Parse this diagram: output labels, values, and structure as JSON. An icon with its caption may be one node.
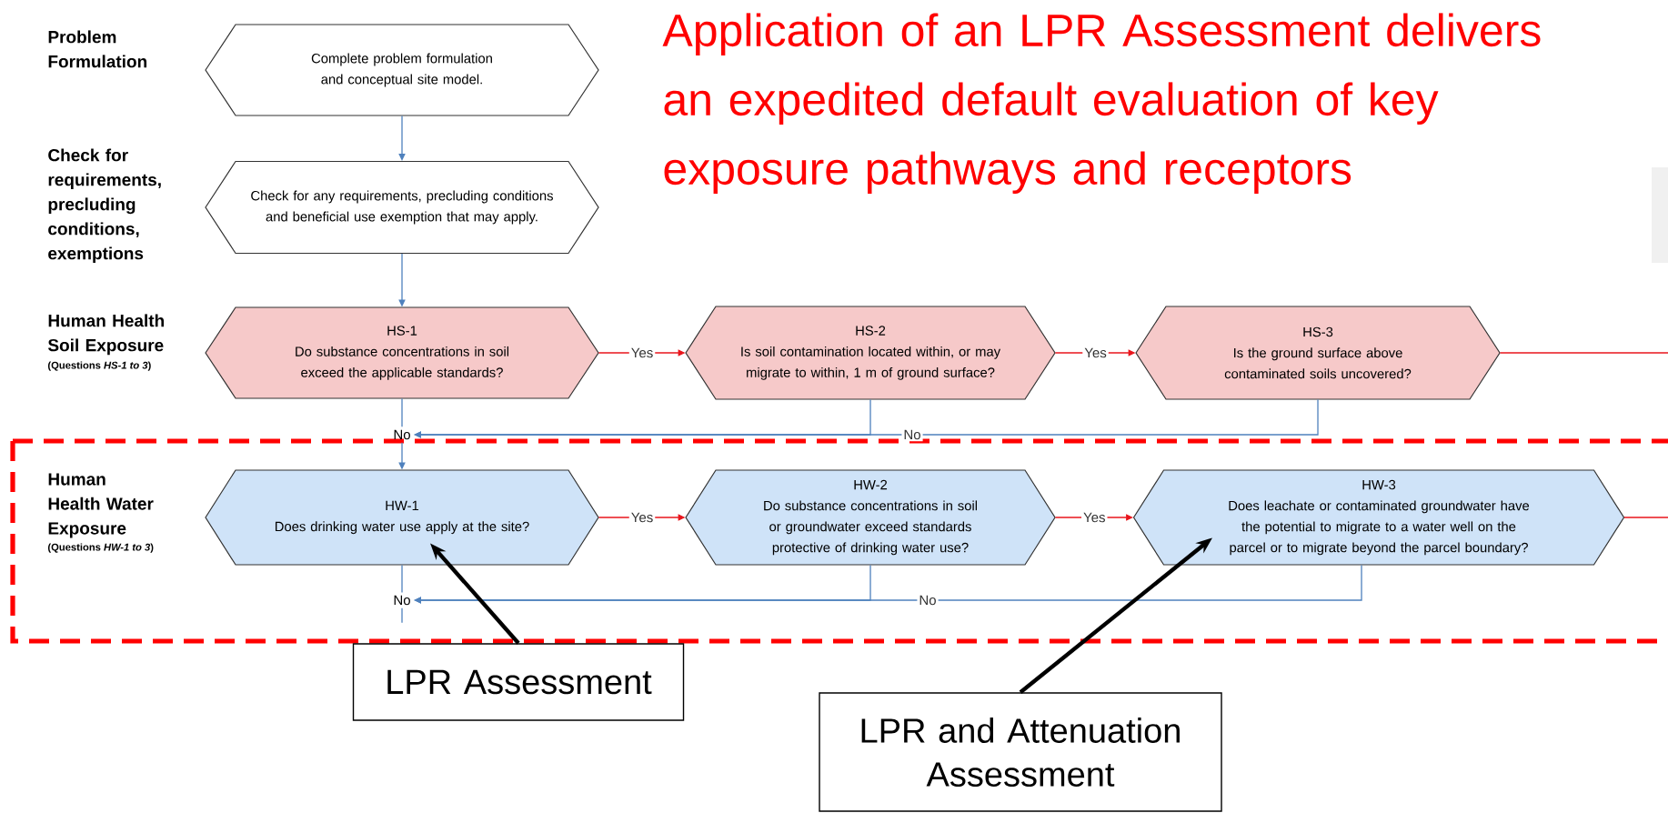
{
  "diagram": {
    "title": "Application of an LPR Assessment delivers an expedited default evaluation of key exposure pathways and receptors",
    "nodes": [
      {
        "text": [
          "Complete problem formulation and conceptual site model."
        ]
      },
      {
        "text": [
          "Check for any requirements, precluding conditions and beneficial use exemption that may apply."
        ]
      },
      {
        "text": [
          "HS-1",
          "Do substance concentrations in soil exceed the applicable standards?"
        ]
      },
      {
        "text": [
          "HS-2",
          "Is soil contamination located within, or may migrate to within, 1 m of ground surface?"
        ]
      },
      {
        "text": [
          "HS-3",
          "Is the ground surface above contaminated soils uncovered?"
        ]
      },
      {
        "text": [
          "No"
        ]
      },
      {
        "text": [
          "HW-1",
          "Does drinking water use apply at the site?"
        ]
      },
      {
        "text": [
          "HW-2",
          "Do substance concentrations in soil or groundwater exceed standards protective of drinking water use?"
        ]
      },
      {
        "text": [
          "HW-3",
          "Does leachate or contaminated groundwater have the potential to migrate to a water well on the parcel or to migrate beyond the parcel boundary?"
        ]
      },
      {
        "text": [
          "No"
        ]
      },
      {
        "text": [
          "LPR Assessment"
        ]
      },
      {
        "text": [
          "LPR and Attenuation Assessment"
        ]
      }
    ],
    "edges": [
      {
        "from": 0,
        "to": 1,
        "arrow": "to"
      },
      {
        "from": 1,
        "to": 2,
        "arrow": "to"
      },
      {
        "from": 2,
        "to": 5,
        "arrow": "none"
      },
      {
        "from": 5,
        "to": 6,
        "arrow": "to"
      },
      {
        "from": 2,
        "to": 3,
        "arrow": "to",
        "label": "Yes",
        "color": "#e8141b"
      },
      {
        "from": 3,
        "to": 4,
        "arrow": "to",
        "label": "Yes",
        "color": "#e8141b"
      },
      {
        "from": 4,
        "to": null,
        "arrow": "none",
        "color": "#e8141b"
      },
      {
        "from": 3,
        "to": 5,
        "arrow": "to"
      },
      {
        "from": 4,
        "to": 5,
        "arrow": "to",
        "label": "No"
      },
      {
        "from": 6,
        "to": 9,
        "arrow": "none"
      },
      {
        "from": 9,
        "to": null,
        "arrow": "none"
      },
      {
        "from": 6,
        "to": 7,
        "arrow": "to",
        "label": "Yes",
        "color": "#e8141b"
      },
      {
        "from": 7,
        "to": 8,
        "arrow": "to",
        "label": "Yes",
        "color": "#e8141b"
      },
      {
        "from": 8,
        "to": null,
        "arrow": "none",
        "color": "#e8141b"
      },
      {
        "from": 7,
        "to": 9,
        "arrow": "to"
      },
      {
        "from": 8,
        "to": 9,
        "arrow": "to",
        "label": "No"
      },
      {
        "from": 10,
        "to": 6,
        "arrow": "to",
        "style": "thick",
        "color": "#000000"
      },
      {
        "from": 11,
        "to": 8,
        "arrow": "to",
        "style": "thick",
        "color": "#000000"
      }
    ],
    "labels": [
      "Problem Formulation",
      "Check for requirements, precluding conditions, exemptions",
      "Human Health Soil Exposure",
      "(Questions *HS-1 to 3*)",
      "Human Health Water Exposure",
      "(Questions *HW-1 to 3*)"
    ]
  }
}
